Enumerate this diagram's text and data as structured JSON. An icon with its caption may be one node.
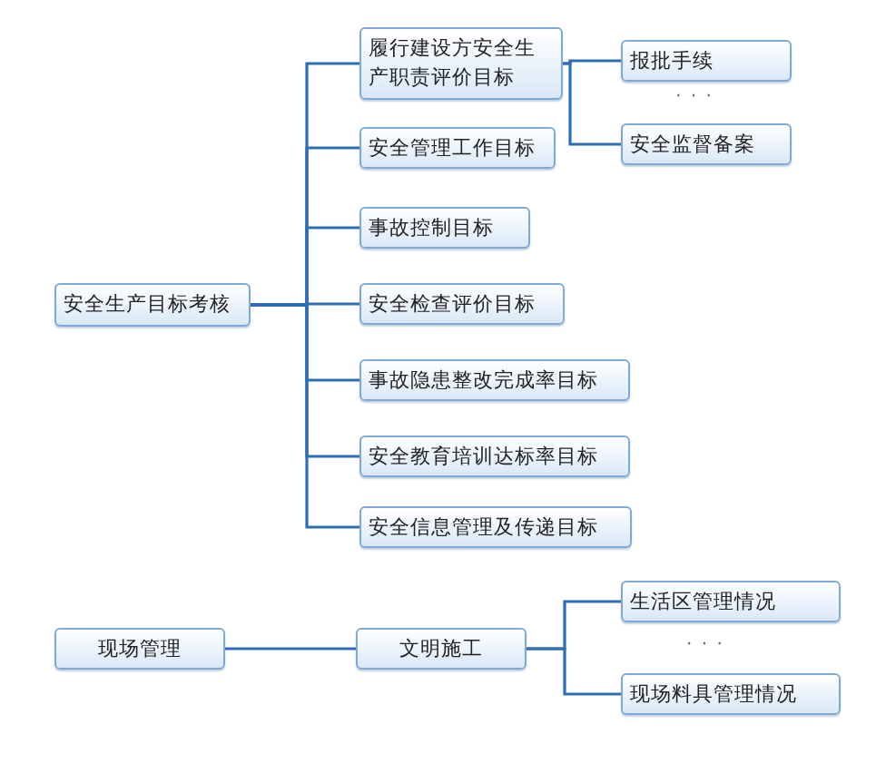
{
  "diagram": {
    "nodes": [
      {
        "text": [
          "安全生产目标考核"
        ]
      },
      {
        "text": [
          "履行建设方安全生产职责评价目标"
        ]
      },
      {
        "text": [
          "报批手续"
        ]
      },
      {
        "text": [
          "安全监督备案"
        ]
      },
      {
        "text": [
          "安全管理工作目标"
        ]
      },
      {
        "text": [
          "事故控制目标"
        ]
      },
      {
        "text": [
          "安全检查评价目标"
        ]
      },
      {
        "text": [
          "事故隐患整改完成率目标"
        ]
      },
      {
        "text": [
          "安全教育培训达标率目标"
        ]
      },
      {
        "text": [
          "安全信息管理及传递目标"
        ]
      },
      {
        "text": [
          "现场管理"
        ]
      },
      {
        "text": [
          "文明施工"
        ]
      },
      {
        "text": [
          "生活区管理情况"
        ]
      },
      {
        "text": [
          "现场料具管理情况"
        ]
      }
    ],
    "edges": [
      {
        "from": 0,
        "to": 1,
        "arrow": "none"
      },
      {
        "from": 0,
        "to": 4,
        "arrow": "none"
      },
      {
        "from": 0,
        "to": 5,
        "arrow": "none"
      },
      {
        "from": 0,
        "to": 6,
        "arrow": "none"
      },
      {
        "from": 0,
        "to": 7,
        "arrow": "none"
      },
      {
        "from": 0,
        "to": 8,
        "arrow": "none"
      },
      {
        "from": 0,
        "to": 9,
        "arrow": "none"
      },
      {
        "from": 1,
        "to": 2,
        "arrow": "none"
      },
      {
        "from": 1,
        "to": 3,
        "arrow": "none"
      },
      {
        "from": 10,
        "to": 11,
        "arrow": "none"
      },
      {
        "from": 11,
        "to": 12,
        "arrow": "none"
      },
      {
        "from": 11,
        "to": 13,
        "arrow": "none"
      }
    ],
    "labels": [
      "· · ·",
      "· · ·"
    ]
  }
}
